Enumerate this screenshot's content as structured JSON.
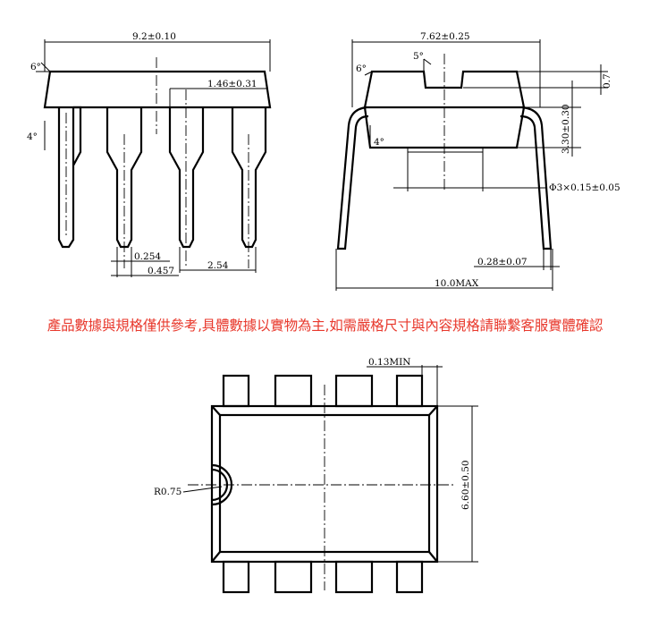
{
  "front_view": {
    "width_dim": "9.2±0.10",
    "angle_top": "6°",
    "angle_side": "4°",
    "lead_pitch_offset": "1.46±0.31",
    "lead_width_a": "0.254",
    "lead_width_b": "0.457",
    "pitch": "2.54"
  },
  "side_view": {
    "width_dim": "7.62±0.25",
    "angle_notch": "5°",
    "angle_top": "6°",
    "angle_side": "4°",
    "height_a": "0.7",
    "height_b": "3.30±0.30",
    "pin1_mark": "Φ3×0.15±0.05",
    "lead_thickness": "0.28±0.07",
    "overall_width": "10.0MAX"
  },
  "note": "產品數據與規格僅供參考,具體數據以實物為主,如需嚴格尺寸與內容規格請聯繫客服實體確認",
  "top_view": {
    "lead_gap": "0.13MIN",
    "notch_radius": "R0.75",
    "body_width": "6.60±0.50"
  }
}
